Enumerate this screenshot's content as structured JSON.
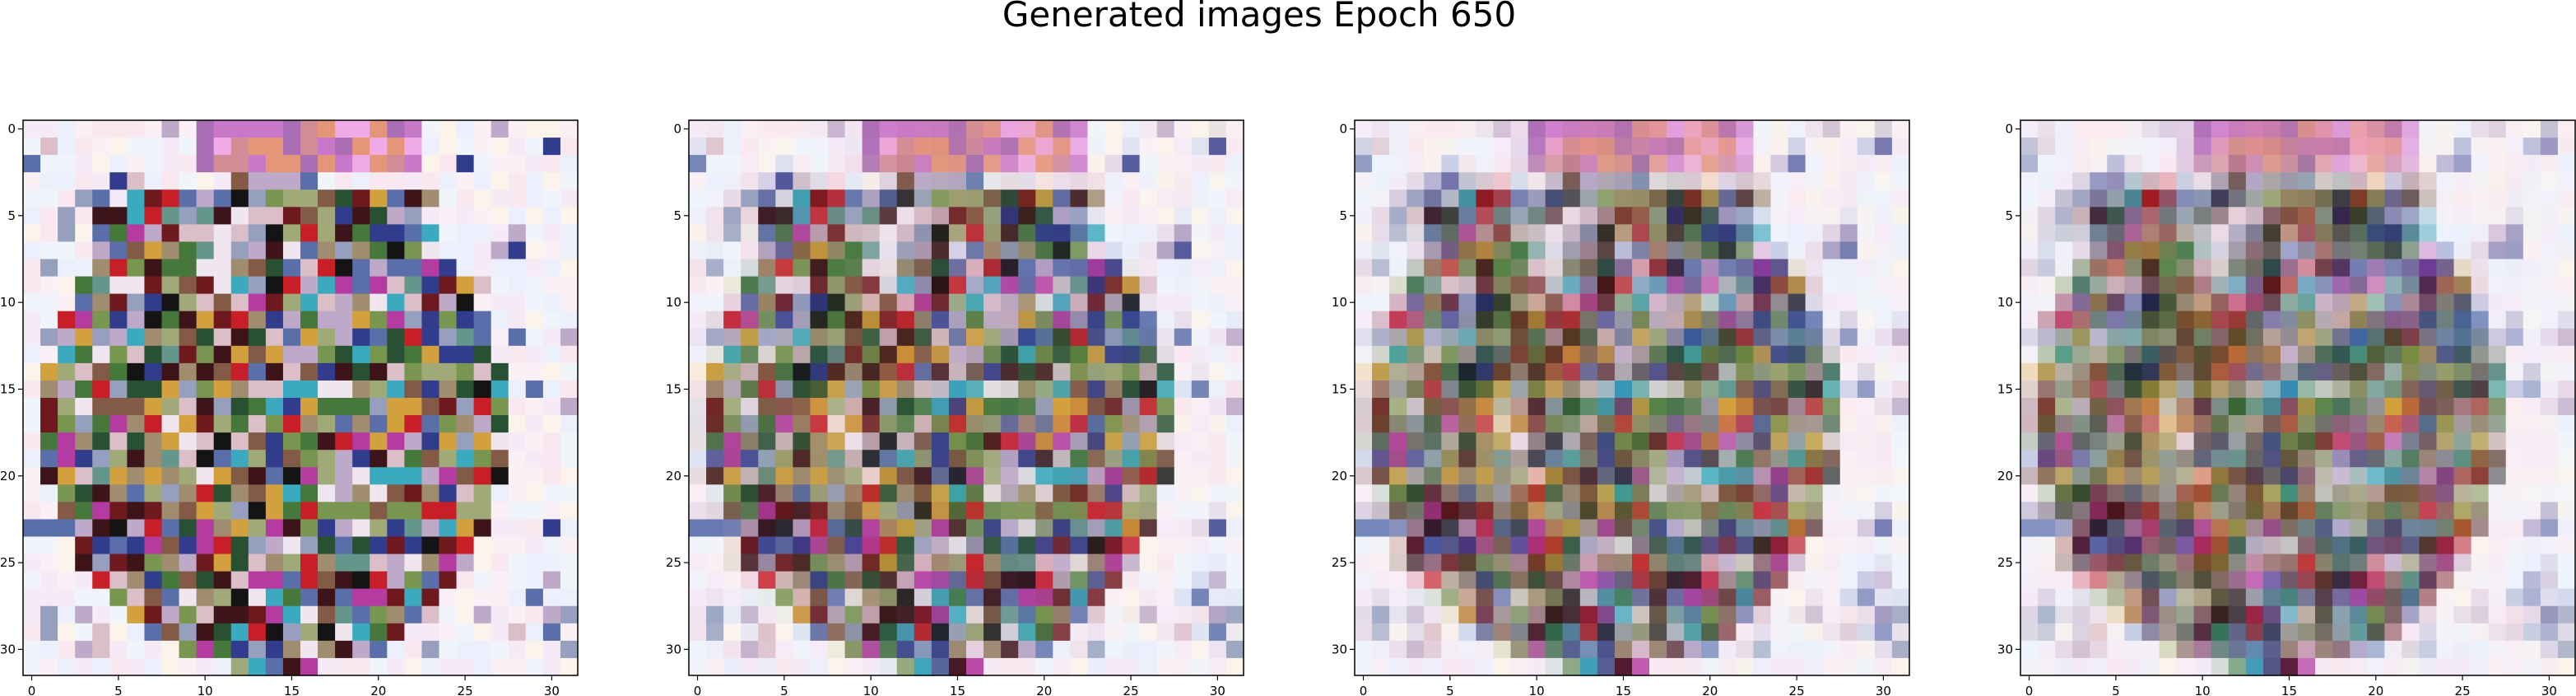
{
  "figure": {
    "title": "Generated images Epoch 650"
  },
  "chart_data": {
    "type": "heatmap",
    "title": "Generated images Epoch 650",
    "description_kind": "4 generated 32x32 RGB images shown with imshow",
    "panels": [
      {
        "image": 1,
        "xlim": [
          0,
          31
        ],
        "ylim": [
          31,
          0
        ],
        "noise": 0.06
      },
      {
        "image": 2,
        "xlim": [
          0,
          31
        ],
        "ylim": [
          31,
          0
        ],
        "noise": 0.05
      },
      {
        "image": 3,
        "xlim": [
          0,
          31
        ],
        "ylim": [
          31,
          0
        ],
        "noise": 0.04
      },
      {
        "image": 4,
        "xlim": [
          0,
          31
        ],
        "ylim": [
          31,
          0
        ],
        "noise": 0.03
      }
    ],
    "x_ticks": [
      0,
      5,
      10,
      15,
      20,
      25,
      30
    ],
    "y_ticks": [
      0,
      5,
      10,
      15,
      20,
      25,
      30
    ],
    "grid": false,
    "legend": "none"
  }
}
